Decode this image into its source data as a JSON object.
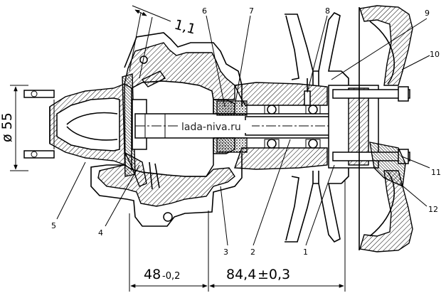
{
  "watermark": "lada-niva.ru",
  "callouts": [
    "1",
    "2",
    "3",
    "4",
    "5",
    "6",
    "7",
    "8",
    "9",
    "10",
    "11",
    "12"
  ],
  "dimensions": {
    "gap": "1,1",
    "diameter": "ø 55",
    "left_main": "48",
    "left_tol": "-0,2",
    "right_main": "84,4",
    "right_tol": "±0,3"
  }
}
